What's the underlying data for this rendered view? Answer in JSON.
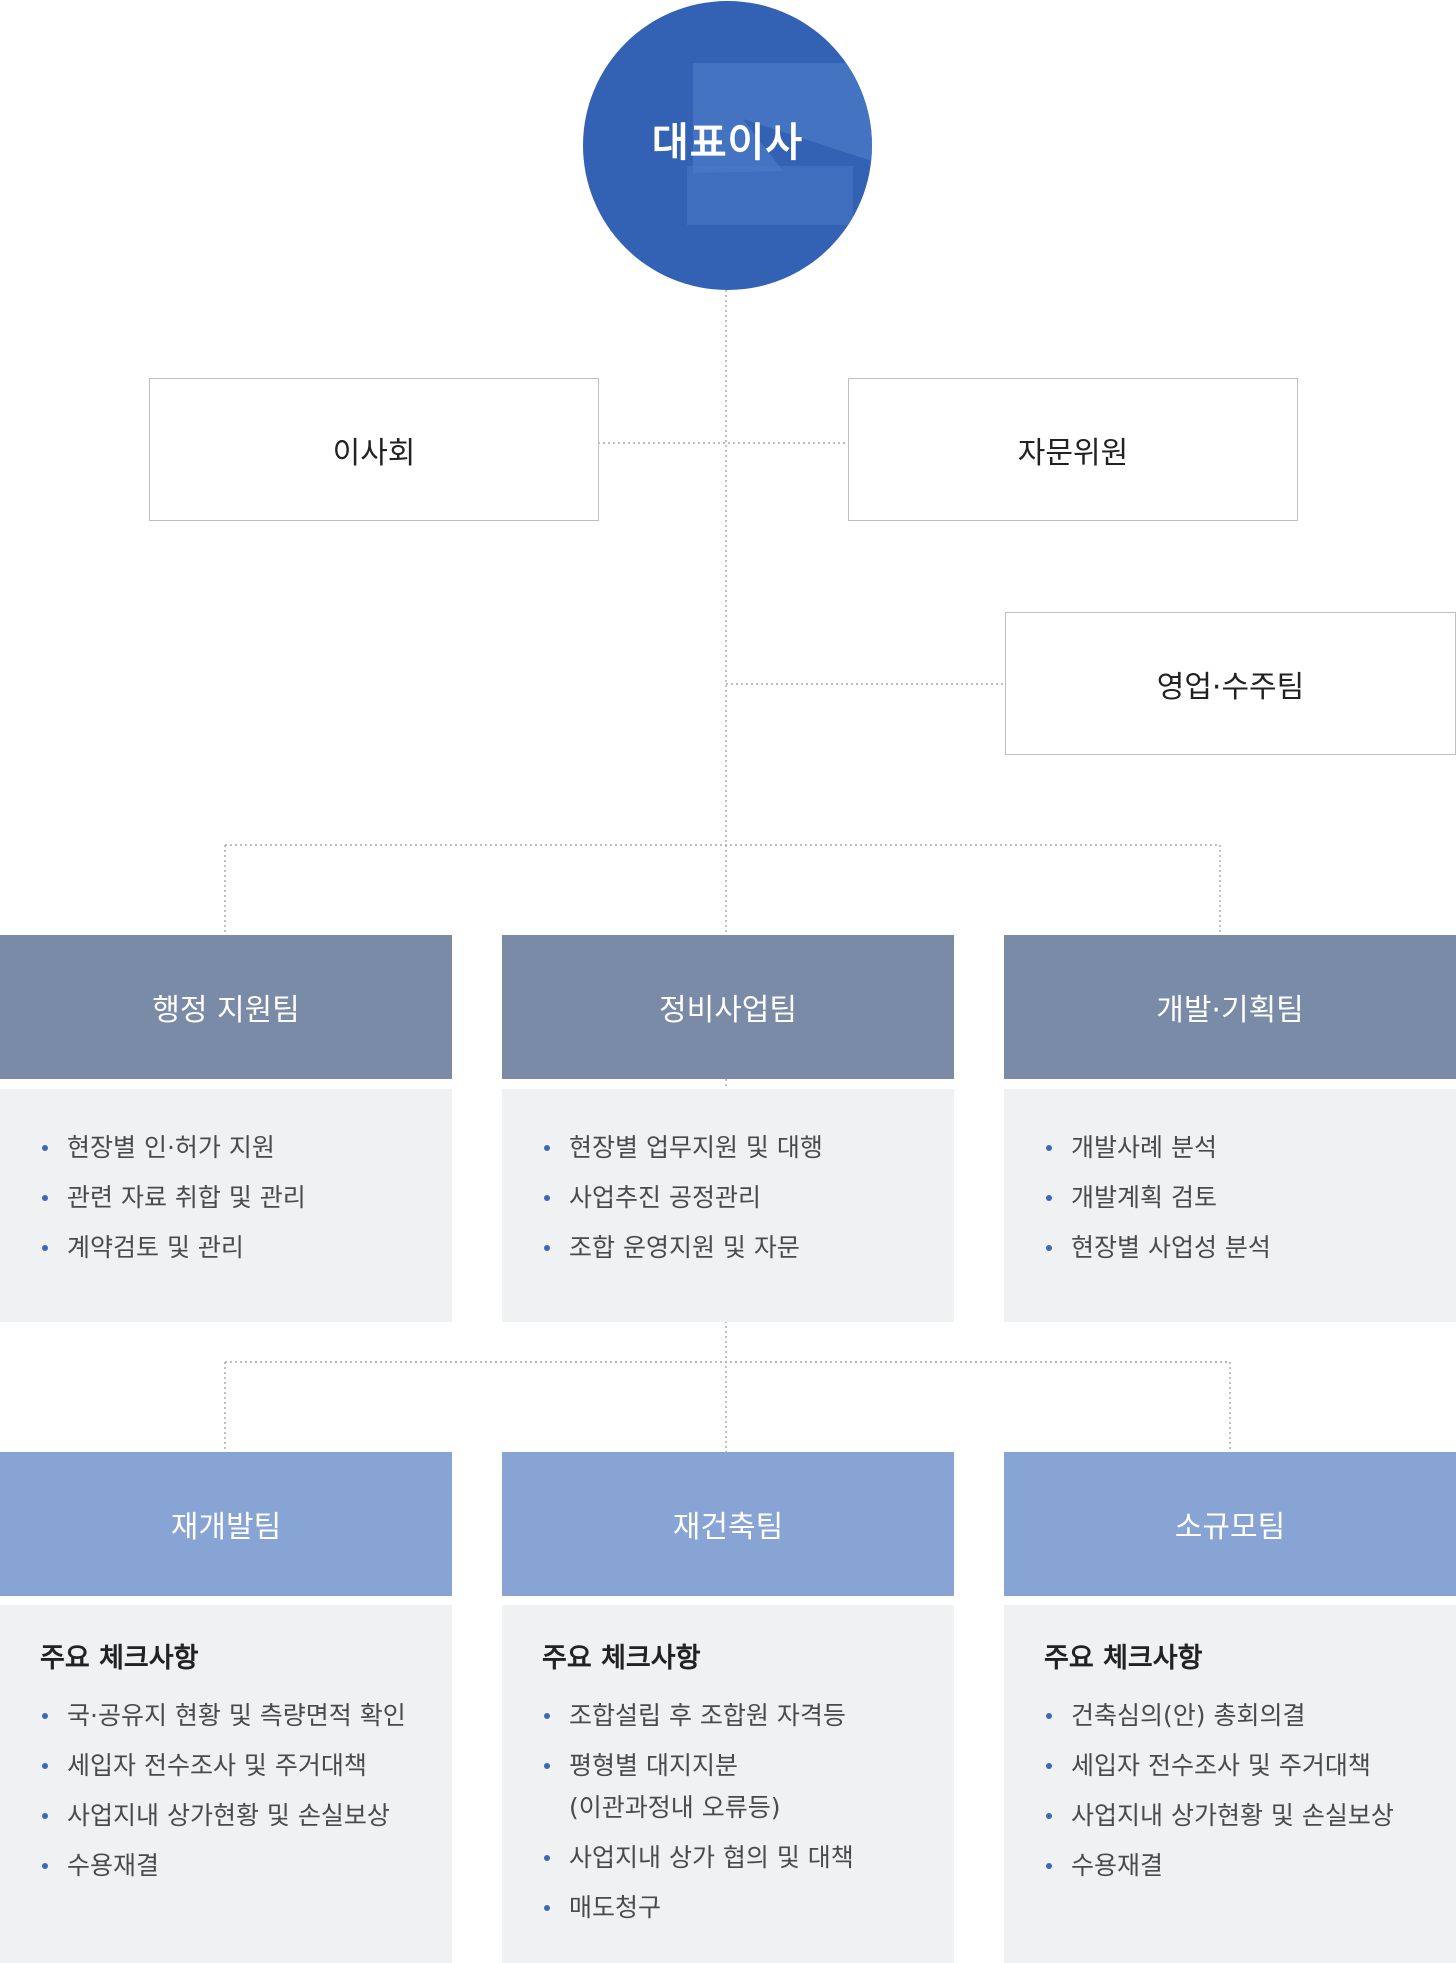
{
  "ceo": {
    "label": "대표이사"
  },
  "board": {
    "label": "이사회"
  },
  "advisors": {
    "label": "자문위원"
  },
  "sales": {
    "label": "영업·수주팀"
  },
  "departments": [
    {
      "name": "행정 지원팀",
      "items": [
        "현장별 인·허가 지원",
        "관련 자료 취합 및 관리",
        "계약검토 및 관리"
      ]
    },
    {
      "name": "정비사업팀",
      "items": [
        "현장별 업무지원 및 대행",
        "사업추진 공정관리",
        "조합 운영지원 및 자문"
      ]
    },
    {
      "name": "개발·기획팀",
      "items": [
        "개발사례 분석",
        "개발계획 검토",
        "현장별 사업성 분석"
      ]
    }
  ],
  "subteams": [
    {
      "name": "재개발팀",
      "check_title": "주요 체크사항",
      "items": [
        "국·공유지 현황 및 측량면적 확인",
        "세입자 전수조사 및 주거대책",
        "사업지내 상가현황 및 손실보상",
        "수용재결"
      ]
    },
    {
      "name": "재건축팀",
      "check_title": "주요 체크사항",
      "items": [
        "조합설립 후 조합원 자격등",
        "평형별 대지지분\n(이관과정내 오류등)",
        "사업지내 상가 협의 및 대책",
        "매도청구"
      ]
    },
    {
      "name": "소규모팀",
      "check_title": "주요 체크사항",
      "items": [
        "건축심의(안) 총회의결",
        "세입자 전수조사 및 주거대책",
        "사업지내 상가현황 및 손실보상",
        "수용재결"
      ]
    }
  ],
  "colors": {
    "ceo": "#3362b5",
    "department_header": "#798ba6",
    "subteam_header": "#88a4d5",
    "body_bg": "#f0f1f3",
    "bullet": "#3f67b8"
  }
}
